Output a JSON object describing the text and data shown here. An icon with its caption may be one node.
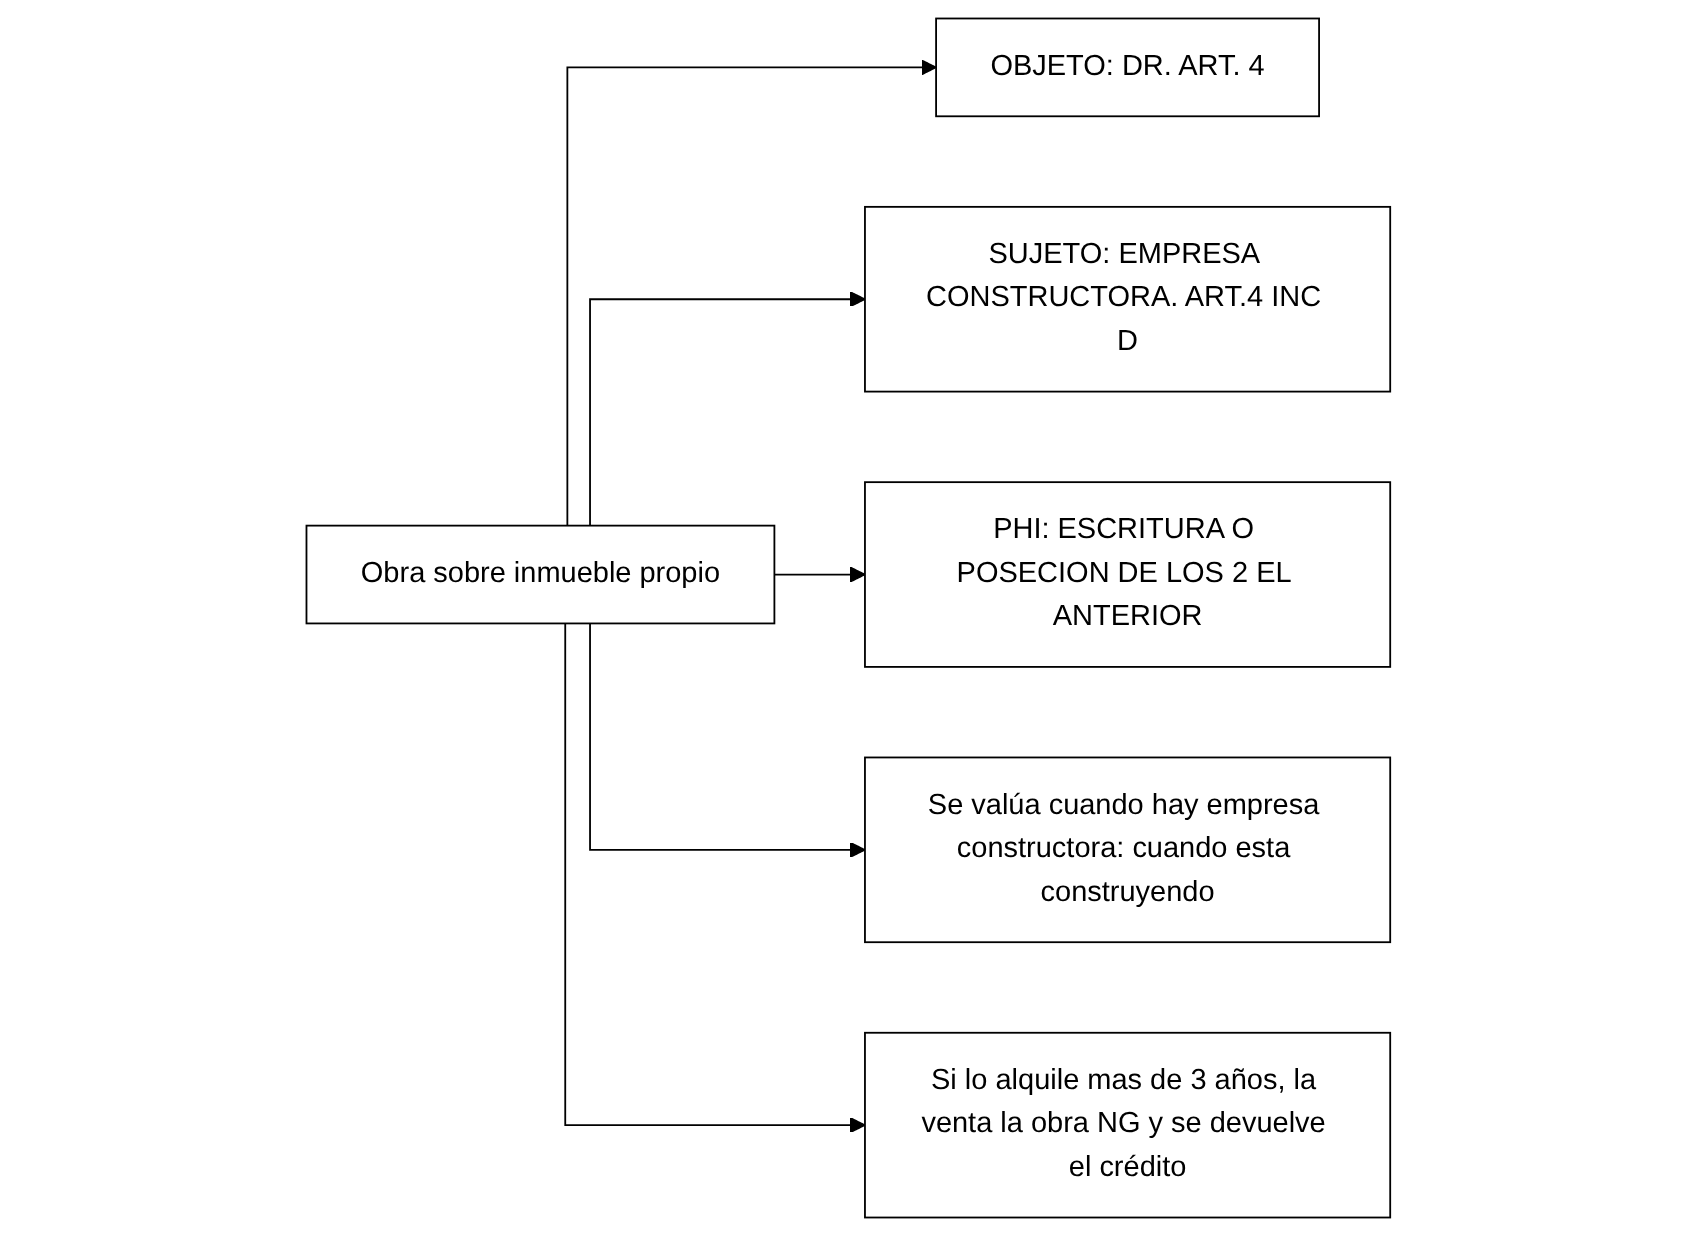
{
  "diagram": {
    "nodes": [
      {
        "text": [
          "Obra sobre inmueble propio"
        ]
      },
      {
        "text": [
          "OBJETO: DR. ART. 4"
        ]
      },
      {
        "text": [
          "SUJETO: EMPRESA CONSTRUCTORA. ART.4 INC D"
        ]
      },
      {
        "text": [
          "PHI: ESCRITURA O POSECION DE LOS 2 EL ANTERIOR"
        ]
      },
      {
        "text": [
          "Se valúa cuando hay empresa constructora: cuando esta construyendo"
        ]
      },
      {
        "text": [
          "Si lo alquile mas de 3 años, la venta la obra NG y se devuelve el crédito"
        ]
      }
    ],
    "edges": [
      {
        "from": 0,
        "to": 1,
        "arrow": "to"
      },
      {
        "from": 0,
        "to": 2,
        "arrow": "to"
      },
      {
        "from": 0,
        "to": 3,
        "arrow": "to"
      },
      {
        "from": 0,
        "to": 4,
        "arrow": "to"
      },
      {
        "from": 0,
        "to": 5,
        "arrow": "to"
      }
    ]
  }
}
